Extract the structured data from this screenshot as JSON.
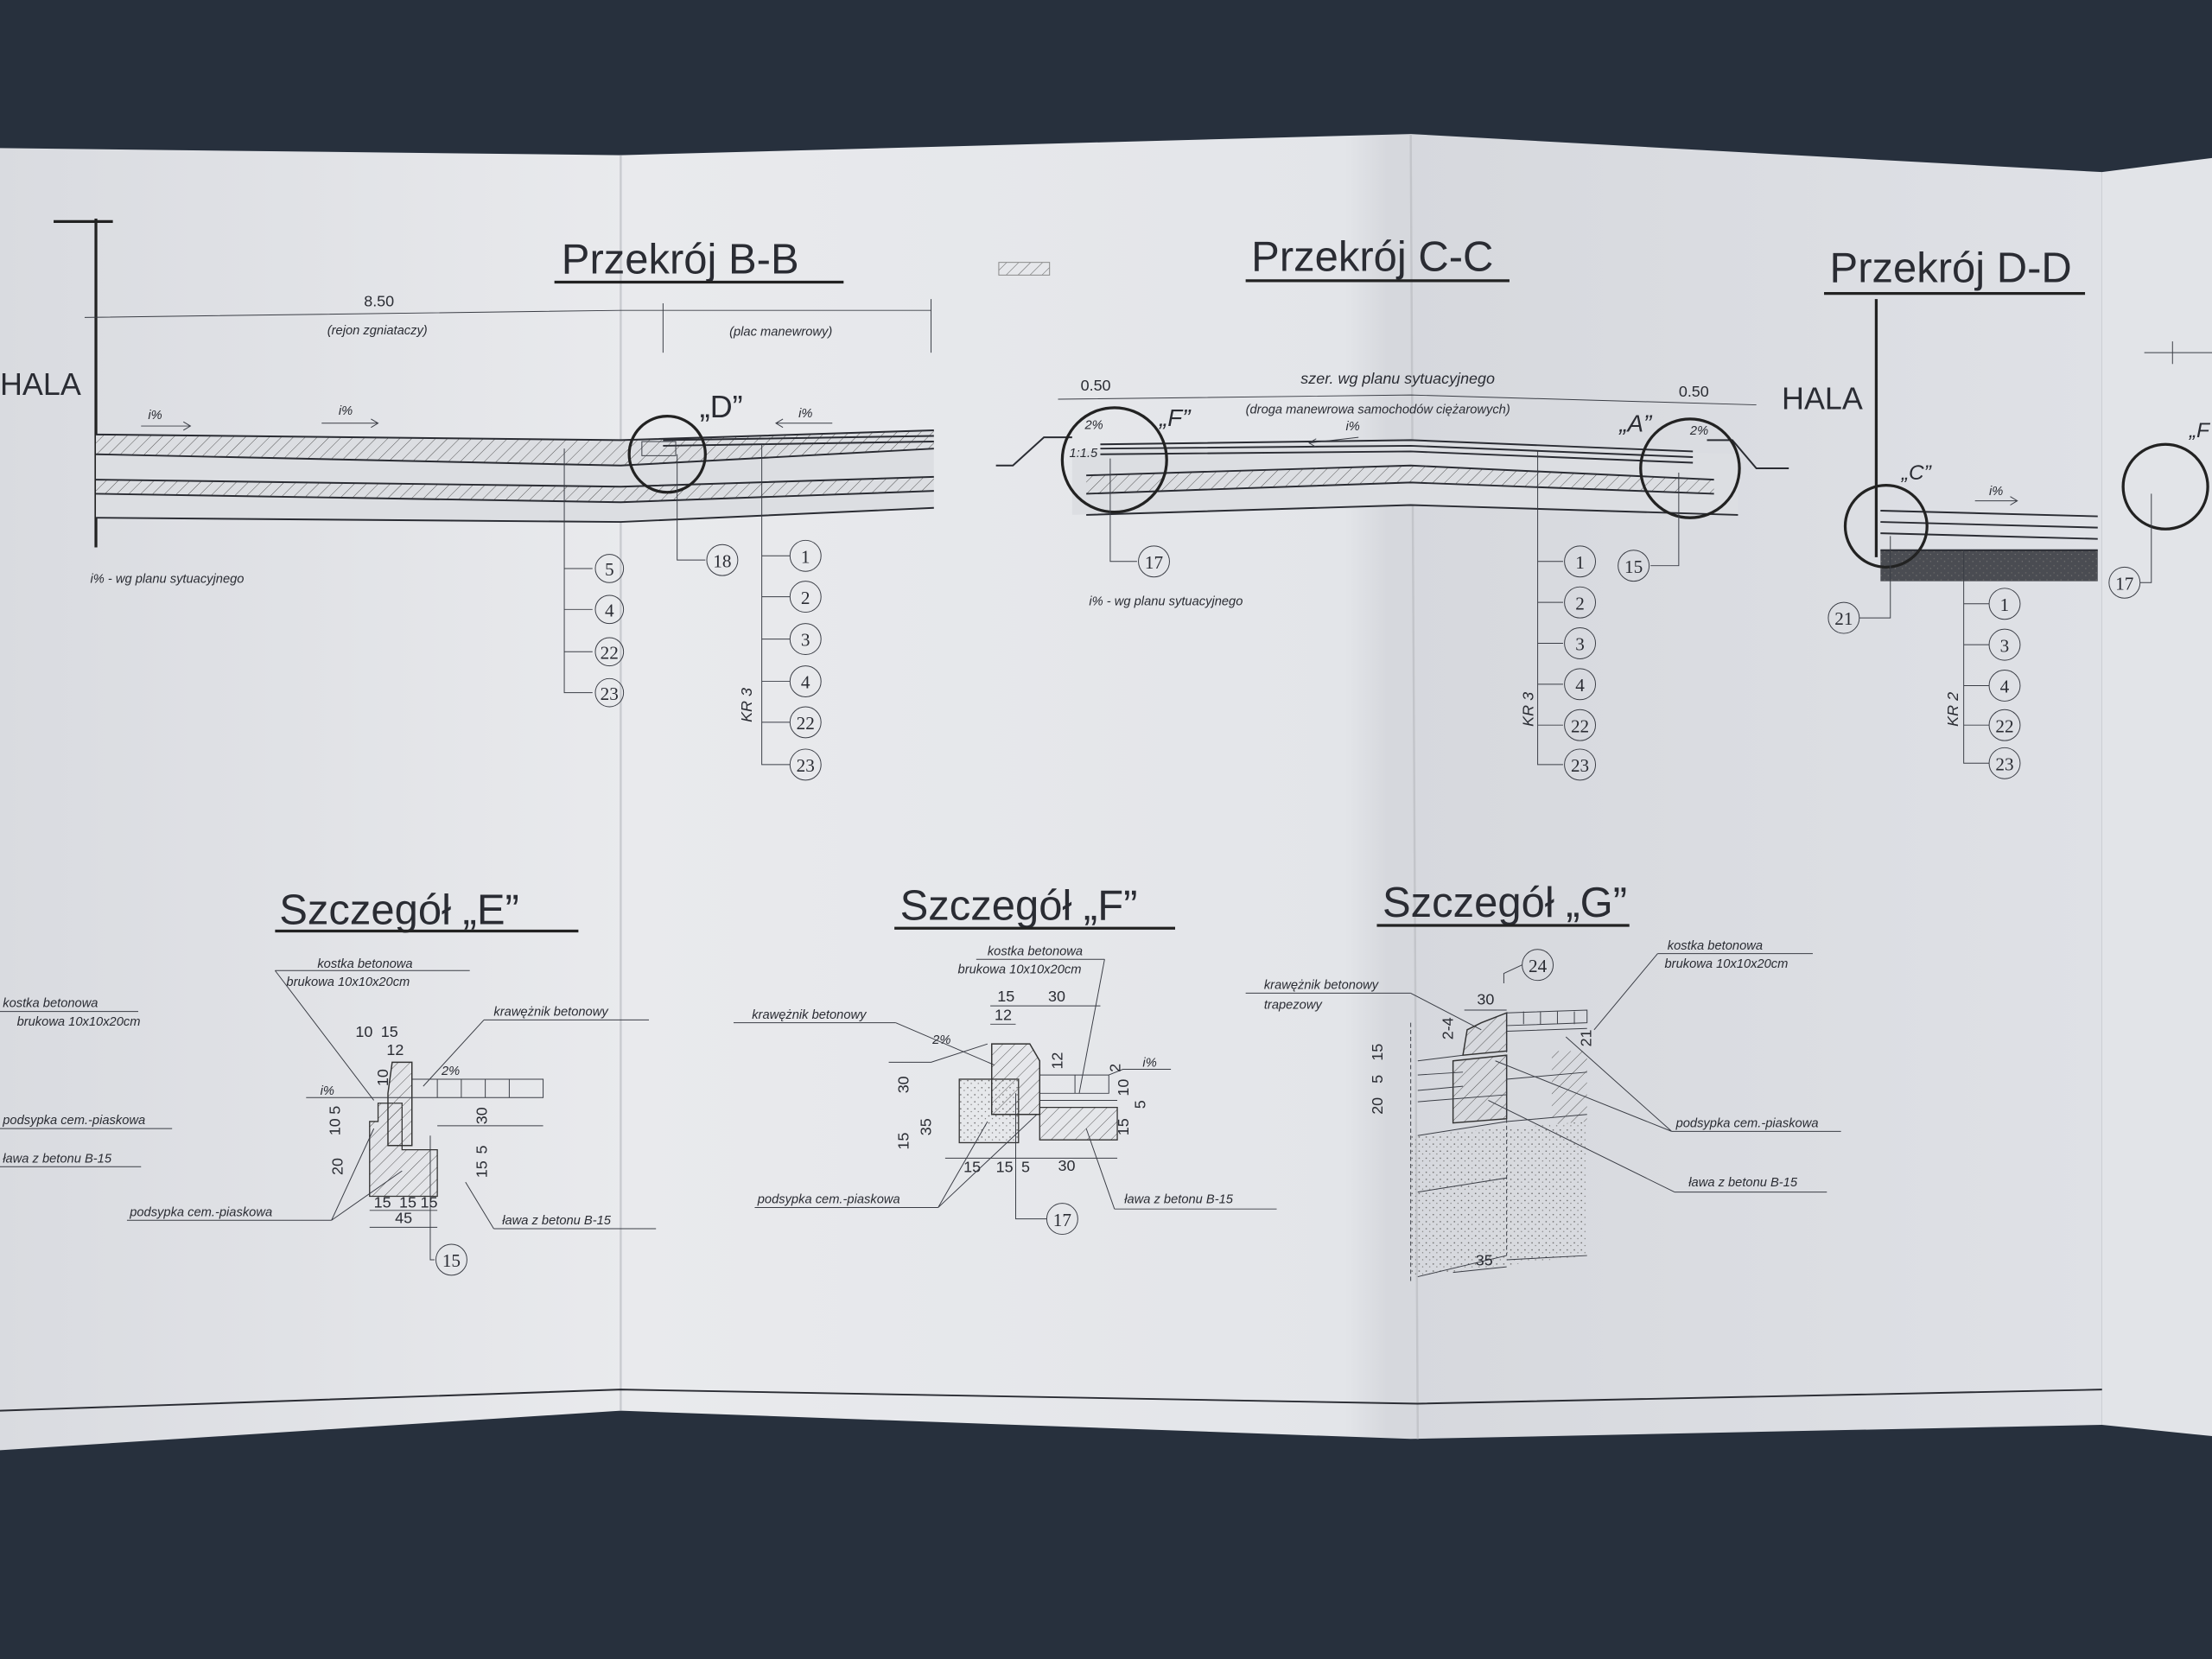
{
  "colors": {
    "background": "#27303d",
    "paper": "#e4e6ea",
    "ink": "#2a2c33"
  },
  "section_bb": {
    "title": "Przekrój B-B",
    "hala": "HALA",
    "dim_width": "8.50",
    "zone_left": "(rejon zgniataczy)",
    "zone_right": "(plac manewrowy)",
    "slope": "i%",
    "detail_ref": "„D”",
    "note": "i% - wg planu sytuacyjnego",
    "kr": "KR 3",
    "markers_left": [
      "5",
      "4",
      "22",
      "23"
    ],
    "marker_detail": "18",
    "markers_right": [
      "1",
      "2",
      "3",
      "4",
      "22",
      "23"
    ]
  },
  "section_cc": {
    "title": "Przekrój C-C",
    "width_label": "szer. wg planu sytuacyjnego",
    "road_label": "(droga manewrowa samochodów ciężarowych)",
    "dim_left": "0.50",
    "dim_right": "0.50",
    "slope_edge": "2%",
    "slope": "i%",
    "embankment": "1:1.5",
    "detail_left": "„F”",
    "detail_right": "„A”",
    "note": "i% - wg planu sytuacyjnego",
    "kr": "KR 3",
    "marker_left": "17",
    "marker_right": "15",
    "markers": [
      "1",
      "2",
      "3",
      "4",
      "22",
      "23"
    ]
  },
  "section_dd": {
    "title": "Przekrój D-D",
    "hala": "HALA",
    "detail_ref": "„C”",
    "detail_ref_right": "„F",
    "slope": "i%",
    "kr": "KR 2",
    "marker_left": "21",
    "marker_right": "17",
    "markers": [
      "1",
      "3",
      "4",
      "22",
      "23"
    ]
  },
  "detail_e": {
    "title": "Szczegół „E”",
    "paver_1": "kostka betonowa",
    "paver_2": "brukowa 10x10x20cm",
    "curb": "krawężnik betonowy",
    "bedding": "podsypka cem.-piaskowa",
    "foundation": "ława z betonu B-15",
    "slope_a": "2%",
    "slope_b": "i%",
    "dims": {
      "top_a": "10",
      "top_b": "15",
      "top_c": "12",
      "left_a": "5",
      "left_b": "10",
      "left_c": "20",
      "right_a": "30",
      "right_b": "15",
      "right_c": "5",
      "bot_a": "15",
      "bot_b": "15",
      "bot_c": "15",
      "bot_total": "45",
      "curb_h": "10"
    },
    "marker": "15"
  },
  "left_partial": {
    "paver_1": "kostka betonowa",
    "paver_2": "brukowa 10x10x20cm",
    "bedding": "podsypka cem.-piaskowa",
    "foundation": "ława z betonu B-15"
  },
  "detail_f": {
    "title": "Szczegół „F”",
    "paver_1": "kostka betonowa",
    "paver_2": "brukowa 10x10x20cm",
    "curb": "krawężnik betonowy",
    "bedding": "podsypka cem.-piaskowa",
    "foundation": "ława z betonu B-15",
    "slope_a": "2%",
    "slope_b": "i%",
    "dims": {
      "top_a": "15",
      "top_b": "30",
      "top_c": "12",
      "mid": "12",
      "r_a": "2",
      "r_b": "10",
      "r_c": "5",
      "r_d": "15",
      "l_a": "30",
      "l_b": "35",
      "l_c": "15",
      "b_a": "15",
      "b_b": "15",
      "b_c": "5",
      "b_d": "30"
    },
    "marker": "17"
  },
  "detail_g": {
    "title": "Szczegół „G”",
    "curb_1": "krawężnik betonowy",
    "curb_2": "trapezowy",
    "paver_1": "kostka betonowa",
    "paver_2": "brukowa 10x10x20cm",
    "bedding": "podsypka cem.-piaskowa",
    "foundation": "ława z betonu B-15",
    "dims": {
      "top": "30",
      "rise": "2-4",
      "l_a": "15",
      "l_b": "5",
      "l_c": "20",
      "right": "21",
      "bottom": "35"
    },
    "marker": "24"
  }
}
